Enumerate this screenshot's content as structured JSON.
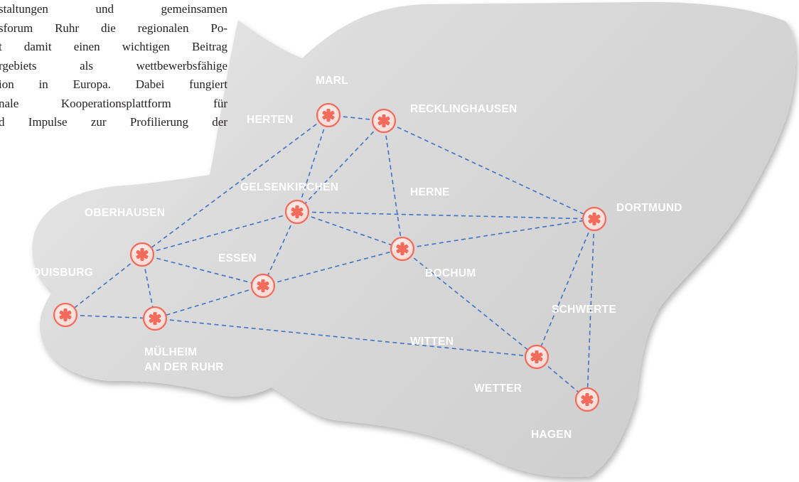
{
  "intro_lines": [
    "staltungen und gemeinsamen",
    "sforum Ruhr die regionalen Po-",
    "t damit einen wichtigen Beitrag",
    "rgebiets als wettbewerbsfähige",
    "ion in Europa. Dabei fungiert",
    "nale Kooperationsplattform für",
    "d Impulse zur Profilierung der"
  ],
  "colors": {
    "region_fill": "#d7d7d7",
    "link": "#3d73c7",
    "marker": "#f26b5b",
    "label": "#ffffff"
  },
  "cities": [
    {
      "id": "marl",
      "label": [
        "MARL"
      ],
      "icon": "asterisk-marker-icon",
      "marker": false
    },
    {
      "id": "herten",
      "label": [
        "HERTEN"
      ],
      "icon": "asterisk-marker-icon",
      "marker": true
    },
    {
      "id": "recklinghausen",
      "label": [
        "RECKLINGHAUSEN"
      ],
      "icon": "asterisk-marker-icon",
      "marker": true
    },
    {
      "id": "gelsenkirchen",
      "label": [
        "GELSENKIRCHEN"
      ],
      "icon": "asterisk-marker-icon",
      "marker": true
    },
    {
      "id": "herne",
      "label": [
        "HERNE"
      ],
      "icon": "asterisk-marker-icon",
      "marker": false
    },
    {
      "id": "oberhausen",
      "label": [
        "OBERHAUSEN"
      ],
      "icon": "asterisk-marker-icon",
      "marker": true
    },
    {
      "id": "bochum",
      "label": [
        "BOCHUM"
      ],
      "icon": "asterisk-marker-icon",
      "marker": true
    },
    {
      "id": "dortmund",
      "label": [
        "DORTMUND"
      ],
      "icon": "asterisk-marker-icon",
      "marker": true
    },
    {
      "id": "essen",
      "label": [
        "ESSEN"
      ],
      "icon": "asterisk-marker-icon",
      "marker": true
    },
    {
      "id": "duisburg",
      "label": [
        "DUISBURG"
      ],
      "icon": "asterisk-marker-icon",
      "marker": true
    },
    {
      "id": "muelheim",
      "label": [
        "MÜLHEIM",
        "AN DER RUHR"
      ],
      "icon": "asterisk-marker-icon",
      "marker": true
    },
    {
      "id": "schwerte",
      "label": [
        "SCHWERTE"
      ],
      "icon": "asterisk-marker-icon",
      "marker": false
    },
    {
      "id": "witten",
      "label": [
        "WITTEN"
      ],
      "icon": "asterisk-marker-icon",
      "marker": false
    },
    {
      "id": "wetter",
      "label": [
        "WETTER"
      ],
      "icon": "asterisk-marker-icon",
      "marker": true
    },
    {
      "id": "hagen",
      "label": [
        "HAGEN"
      ],
      "icon": "asterisk-marker-icon",
      "marker": true
    }
  ],
  "links": [
    [
      "herten",
      "recklinghausen"
    ],
    [
      "herten",
      "gelsenkirchen"
    ],
    [
      "herten",
      "oberhausen"
    ],
    [
      "recklinghausen",
      "gelsenkirchen"
    ],
    [
      "recklinghausen",
      "bochum"
    ],
    [
      "recklinghausen",
      "dortmund"
    ],
    [
      "gelsenkirchen",
      "oberhausen"
    ],
    [
      "gelsenkirchen",
      "essen"
    ],
    [
      "gelsenkirchen",
      "bochum"
    ],
    [
      "gelsenkirchen",
      "dortmund"
    ],
    [
      "oberhausen",
      "duisburg"
    ],
    [
      "oberhausen",
      "muelheim"
    ],
    [
      "oberhausen",
      "essen"
    ],
    [
      "essen",
      "muelheim"
    ],
    [
      "essen",
      "bochum"
    ],
    [
      "bochum",
      "dortmund"
    ],
    [
      "bochum",
      "wetter"
    ],
    [
      "dortmund",
      "wetter"
    ],
    [
      "dortmund",
      "hagen"
    ],
    [
      "duisburg",
      "muelheim"
    ],
    [
      "muelheim",
      "wetter"
    ],
    [
      "wetter",
      "hagen"
    ]
  ]
}
